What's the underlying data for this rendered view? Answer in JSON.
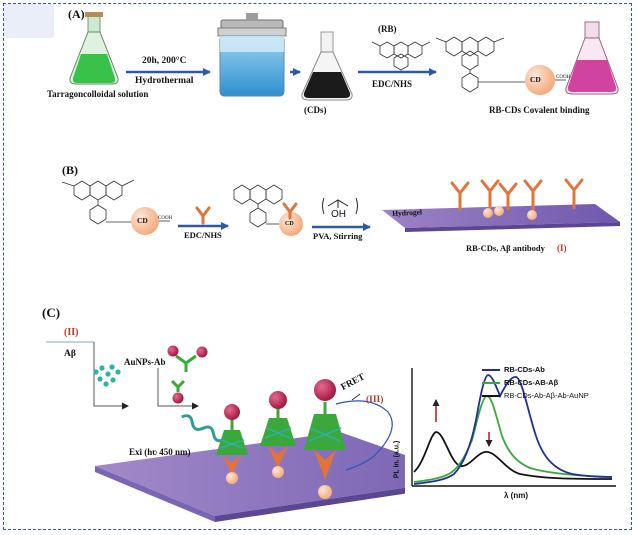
{
  "panel_a": {
    "label": "(A)",
    "source": "Tarragoncolloidal solution",
    "step1_top": "20h, 200°C",
    "step1_bottom": "Hydrothermal",
    "cds": "(CDs)",
    "rb": "(RB)",
    "coupling": "EDC/NHS",
    "product": "RB-CDs Covalent binding",
    "cd": "CD",
    "cooh": "COOH"
  },
  "panel_b": {
    "label": "(B)",
    "coupling": "EDC/NHS",
    "cd": "CD",
    "cooh": "COOH",
    "oh": "OH",
    "pva": "PVA, Stirring",
    "hydrogel": "Hydrogel",
    "product": "RB-CDs, Aβ antibody",
    "marker": "(I)"
  },
  "panel_c": {
    "label": "(C)",
    "marker2": "(II)",
    "abeta": "Aβ",
    "aunps": "AuNPs-Ab",
    "fret": "FRET",
    "marker3": "(III)",
    "exi": "Exi (hʋ 450 nm)"
  },
  "chart_data": {
    "type": "line",
    "xlabel": "λ (nm)",
    "ylabel": "PL in. (a.u.)",
    "series": [
      {
        "name": "RB-CDs-Ab",
        "color": "#1f2f9a"
      },
      {
        "name": "RB-CDs-AB-Aβ",
        "color": "#3aa83a"
      },
      {
        "name": "RB-CDs-Ab-Aβ-Ab-AuNP",
        "color": "#111111"
      }
    ],
    "annotations": [
      "up-arrow",
      "down-arrow"
    ]
  },
  "colors": {
    "frame": "#2b55b7",
    "arrow": "#2e58a8",
    "marker_red": "#c0392b",
    "cd_ball": "#f4b48d",
    "green_liquid": "#39c24a",
    "pink_liquid": "#d0439e",
    "hydrogel": "#8e7ac0"
  }
}
